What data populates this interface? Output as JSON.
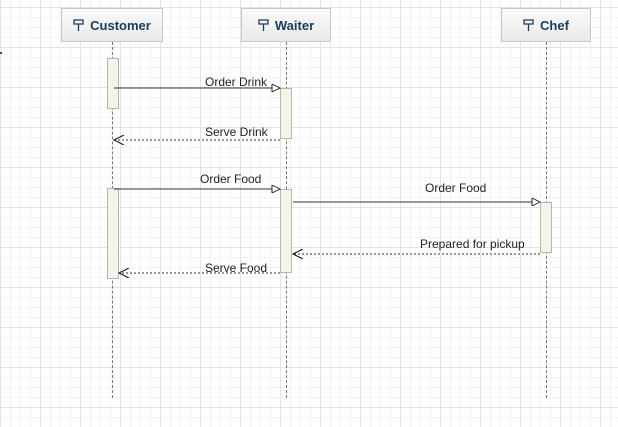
{
  "participants": [
    {
      "name": "Customer",
      "icon": "pin-icon"
    },
    {
      "name": "Waiter",
      "icon": "pin-icon"
    },
    {
      "name": "Chef",
      "icon": "pin-icon"
    }
  ],
  "messages": [
    {
      "label": "Order Drink",
      "from": "Customer",
      "to": "Waiter",
      "kind": "synchronous"
    },
    {
      "label": "Serve Drink",
      "from": "Waiter",
      "to": "Customer",
      "kind": "return"
    },
    {
      "label": "Order Food",
      "from": "Customer",
      "to": "Waiter",
      "kind": "synchronous"
    },
    {
      "label": "Order Food",
      "from": "Waiter",
      "to": "Chef",
      "kind": "synchronous"
    },
    {
      "label": "Prepared for pickup",
      "from": "Chef",
      "to": "Waiter",
      "kind": "return"
    },
    {
      "label": "Serve Food",
      "from": "Waiter",
      "to": "Customer",
      "kind": "return"
    }
  ],
  "colors": {
    "participant_text": "#1d3c5a",
    "activation_fill": "#f6f3ea",
    "line": "#333333"
  }
}
